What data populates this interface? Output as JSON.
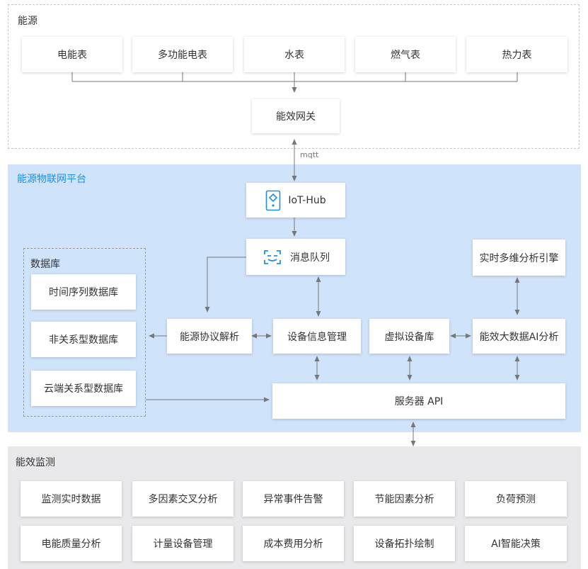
{
  "energy": {
    "title": "能源",
    "meters": [
      "电能表",
      "多功能电表",
      "水表",
      "燃气表",
      "热力表"
    ],
    "gateway": "能效网关"
  },
  "link_label": "mqtt",
  "platform": {
    "title": "能源物联网平台",
    "iot_hub": "IoT-Hub",
    "mq": "消息队列",
    "parser": "能源协议解析",
    "device_info": "设备信息管理",
    "virtual_devices": "虚拟设备库",
    "bigdata_ai": "能效大数据AI分析",
    "olap": "实时多维分析引擎",
    "server_api": "服务器 API",
    "database": {
      "title": "数据库",
      "items": [
        "时间序列数据库",
        "非关系型数据库",
        "云端关系型数据库"
      ]
    }
  },
  "monitor": {
    "title": "能效监测",
    "row1": [
      "监测实时数据",
      "多因素交叉分析",
      "异常事件告警",
      "节能因素分析",
      "负荷预测"
    ],
    "row2": [
      "电能质量分析",
      "计量设备管理",
      "成本费用分析",
      "设备拓扑绘制",
      "AI智能决策"
    ]
  },
  "colors": {
    "platform_bg": "#cfe3fb",
    "monitor_bg": "#e9e9ec",
    "accent": "#1f8ee8",
    "connector": "#777777"
  },
  "icons": [
    "iot-hub-icon",
    "message-queue-icon"
  ]
}
